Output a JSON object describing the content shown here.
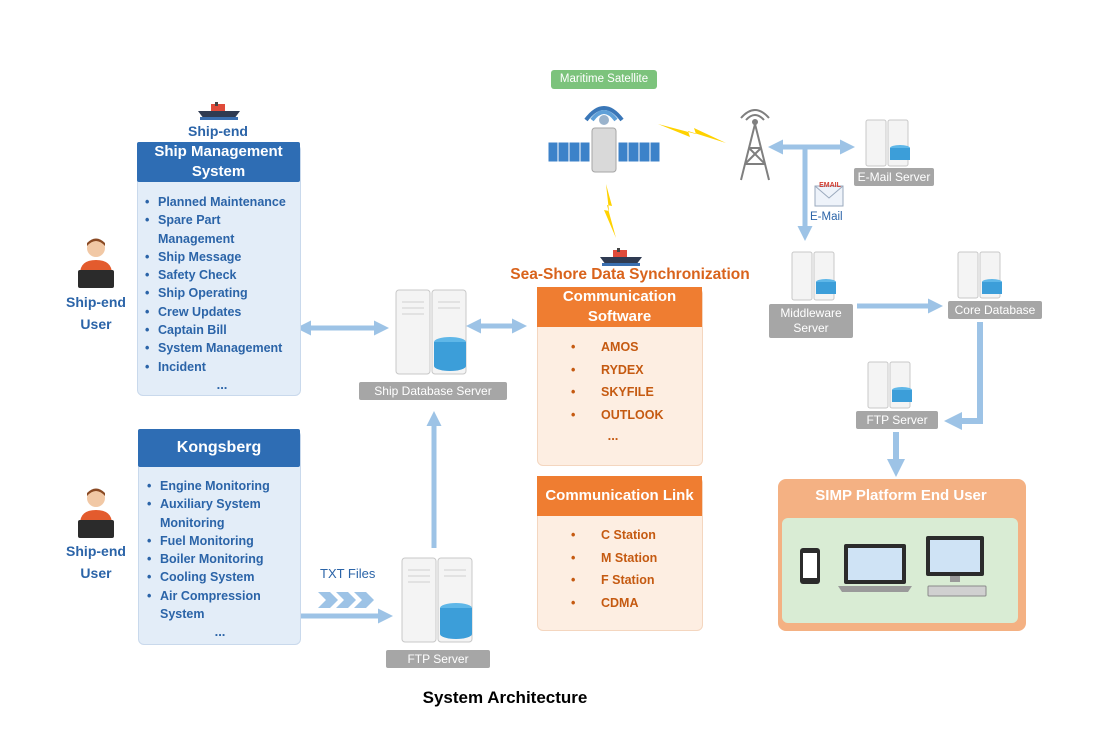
{
  "colors": {
    "blue_header": "#2e6db4",
    "blue_panel": "#e3edf8",
    "blue_text": "#2b64a8",
    "orange_header": "#ef7d31",
    "orange_panel": "#fdeee2",
    "orange_text": "#c55a11",
    "gray_label": "#a6a6a6",
    "green_label": "#7cc37c",
    "arrow": "#9dc3e6"
  },
  "ship_end_label": "Ship-end",
  "sms": {
    "title": "Ship Management System",
    "items": [
      "Planned Maintenance",
      "Spare Part Management",
      "Ship Message",
      "Safety Check",
      "Ship Operating",
      "Crew Updates",
      "Captain Bill",
      "System Management",
      "Incident"
    ],
    "more": "..."
  },
  "kongsberg": {
    "title": "Kongsberg",
    "items": [
      "Engine Monitoring",
      "Auxiliary System Monitoring",
      "Fuel Monitoring",
      "Boiler Monitoring",
      "Cooling System",
      "Air Compression System"
    ],
    "more": "..."
  },
  "users": {
    "top": [
      "Ship-end",
      "User"
    ],
    "bottom": [
      "Ship-end",
      "User"
    ]
  },
  "servers": {
    "ship_db": "Ship Database Server",
    "ftp_ship": "FTP Server",
    "email": "E-Mail Server",
    "middleware": [
      "Middleware",
      "Server"
    ],
    "core_db": "Core Database",
    "ftp_shore": "FTP Server"
  },
  "txt_files": "TXT Files",
  "satellite": "Maritime Satellite",
  "sync_title": "Sea-Shore Data Synchronization",
  "comm_software": {
    "title": "Communication Software",
    "items": [
      "AMOS",
      "RYDEX",
      "SKYFILE",
      "OUTLOOK"
    ],
    "more": "..."
  },
  "comm_link": {
    "title": "Communication Link",
    "items": [
      "C Station",
      "M Station",
      "F Station",
      "CDMA"
    ]
  },
  "email": {
    "badge": "EMAIL",
    "label": "E-Mail"
  },
  "simp": {
    "title": "SIMP Platform End User"
  },
  "caption": "System Architecture"
}
